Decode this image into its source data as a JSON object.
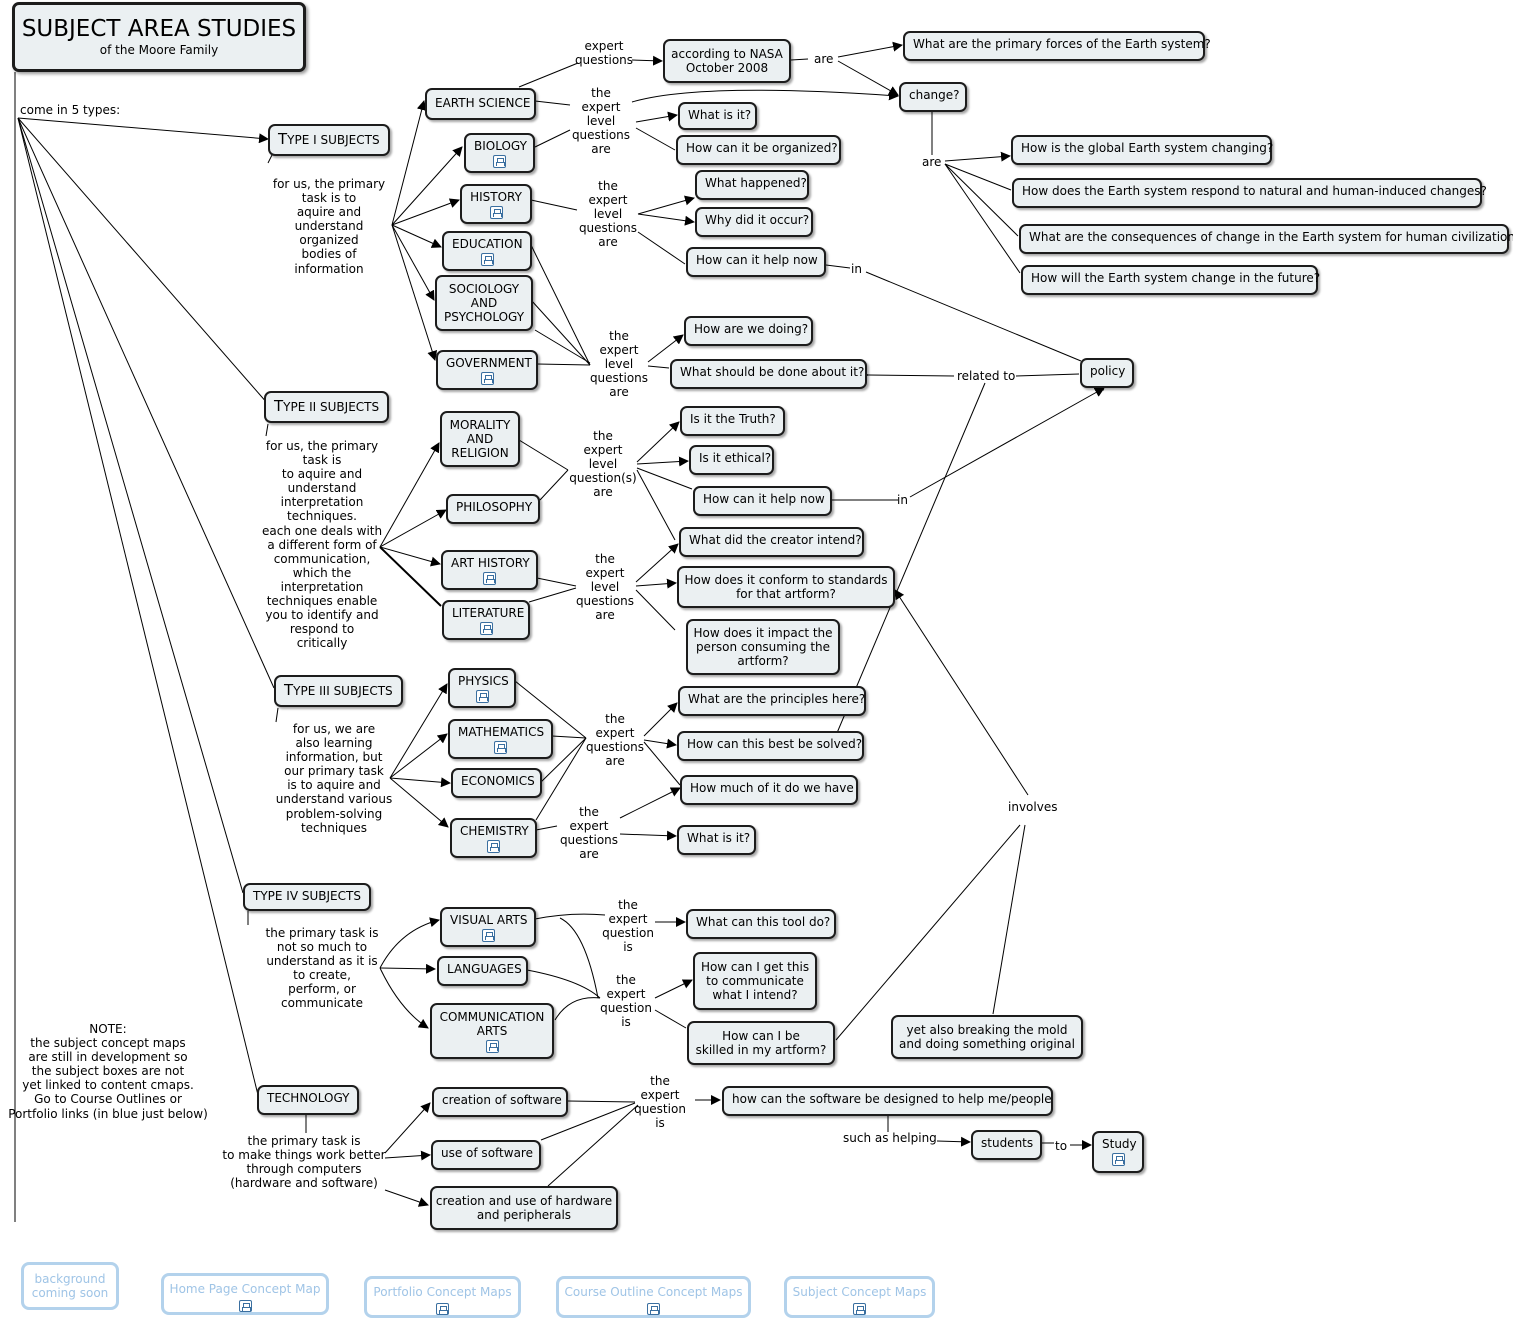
{
  "title": {
    "main": "SUBJECT AREA STUDIES",
    "sub": "of the Moore Family"
  },
  "labels": {
    "come_in": "come in 5 types:",
    "type1_desc": "for us, the primary\ntask is to\naquire and\nunderstand\norganized\nbodies of\ninformation",
    "type2_desc": "for us, the primary\ntask is\nto aquire and\nunderstand\ninterpretation\ntechniques.\neach one deals with\na different form of\ncommunication,\nwhich the\ninterpretation\ntechniques enable\nyou to identify and\nrespond to\ncritically",
    "type3_desc": "for us, we are\nalso learning\ninformation, but\nour primary task\nis to aquire and\nunderstand various\nproblem-solving\ntechniques",
    "type4_desc": "the primary task is\nnot so much to\nunderstand as it is\nto create,\nperform, or\ncommunicate",
    "tech_desc": "the primary task is\nto make things work better\nthrough computers\n(hardware and software)",
    "note": "NOTE:\nthe subject concept maps\nare still in development so\nthe subject boxes are not\nyet linked to content cmaps.\nGo to Course Outlines or\nPortfolio links (in blue just below)",
    "expert_questions": "expert\nquestions",
    "eq_earth": "the\nexpert\nlevel\nquestions\nare",
    "eq_history": "the\nexpert\nlevel\nquestions\nare",
    "eq_gov": "the\nexpert\nlevel\nquestions\nare",
    "eq_morality": "the\nexpert\nlevel\nquestion(s)\nare",
    "eq_art": "the\nexpert\nlevel\nquestions\nare",
    "eq_physics": "the\nexpert\nquestions\nare",
    "eq_chemistry": "the\nexpert\nquestions\nare",
    "eq_visual": "the\nexpert\nquestion\nis",
    "eq_comm": "the\nexpert\nquestion\nis",
    "eq_tech": "the\nexpert\nquestion\nis",
    "are1": "are",
    "are2": "are",
    "in1": "in",
    "in2": "in",
    "related_to": "related to",
    "involves": "involves",
    "such_as": "such as helping",
    "to": "to"
  },
  "nodes": {
    "type1": {
      "cap": "T",
      "rest": "YPE I SUBJECTS"
    },
    "type2": {
      "cap": "T",
      "rest": "YPE II SUBJECTS"
    },
    "type3": {
      "cap": "T",
      "rest": "YPE III SUBJECTS"
    },
    "type4": "TYPE IV SUBJECTS",
    "technology": "TECHNOLOGY",
    "earth_science": "EARTH SCIENCE",
    "biology": "BIOLOGY",
    "history": "HISTORY",
    "education": "EDUCATION",
    "sociology": "SOCIOLOGY\nAND\nPSYCHOLOGY",
    "government": "GOVERNMENT",
    "morality": "MORALITY\nAND\nRELIGION",
    "philosophy": "PHILOSOPHY",
    "art_history": "ART HISTORY",
    "literature": "LITERATURE",
    "physics": "PHYSICS",
    "mathematics": "MATHEMATICS",
    "economics": "ECONOMICS",
    "chemistry": "CHEMISTRY",
    "visual_arts": "VISUAL ARTS",
    "languages": "LANGUAGES",
    "comm_arts": "COMMUNICATION\nARTS",
    "creation_software": "creation of software",
    "use_software": "use of software",
    "creation_hardware": "creation and use of hardware\nand peripherals",
    "nasa": "according to NASA\nOctober 2008",
    "primary_forces": "What are the primary forces of the Earth system?",
    "change": "change?",
    "what_is_it1": "What is it?",
    "organized": "How can it be organized?",
    "global_change": "How is the global Earth system changing?",
    "respond": "How does the Earth system respond to natural and human-induced changes?",
    "consequences": "What are the consequences of change in the Earth system for human civilization?",
    "future": "How will the Earth system change in the future?",
    "what_happened": "What happened?",
    "why_occur": "Why did it occur?",
    "help_now1": "How can it help now",
    "how_doing": "How are we doing?",
    "should_done": "What should be done about it?",
    "policy": "policy",
    "truth": "Is it the Truth?",
    "ethical": "Is it ethical?",
    "help_now2": "How can it help now",
    "creator": "What did the creator intend?",
    "conform": "How does it conform to standards\nfor that artform?",
    "impact": "How does it impact the\nperson consuming the\nartform?",
    "principles": "What are the principles here?",
    "solved": "How can this best be solved?",
    "how_much": "How much of it do we have",
    "what_is_it2": "What is it?",
    "tool": "What can this tool do?",
    "get_this": "How can I get this\nto communicate\nwhat I intend?",
    "skilled": "How can I be\nskilled in my artform?",
    "breaking": "yet also breaking the mold\nand doing something original",
    "software_help": "how can the software be designed to help me/people",
    "students": "students",
    "study": "Study"
  },
  "footer": {
    "background": "background\ncoming soon",
    "home": "Home Page Concept Map",
    "portfolio": "Portfolio Concept Maps",
    "course": "Course Outline Concept Maps",
    "subject": "Subject Concept Maps"
  },
  "colors": {
    "node_fill": "#ebf0f2",
    "node_border": "#1c1c1c",
    "link_blue": "#9fc4e6",
    "link_border": "#b3d2ec"
  }
}
